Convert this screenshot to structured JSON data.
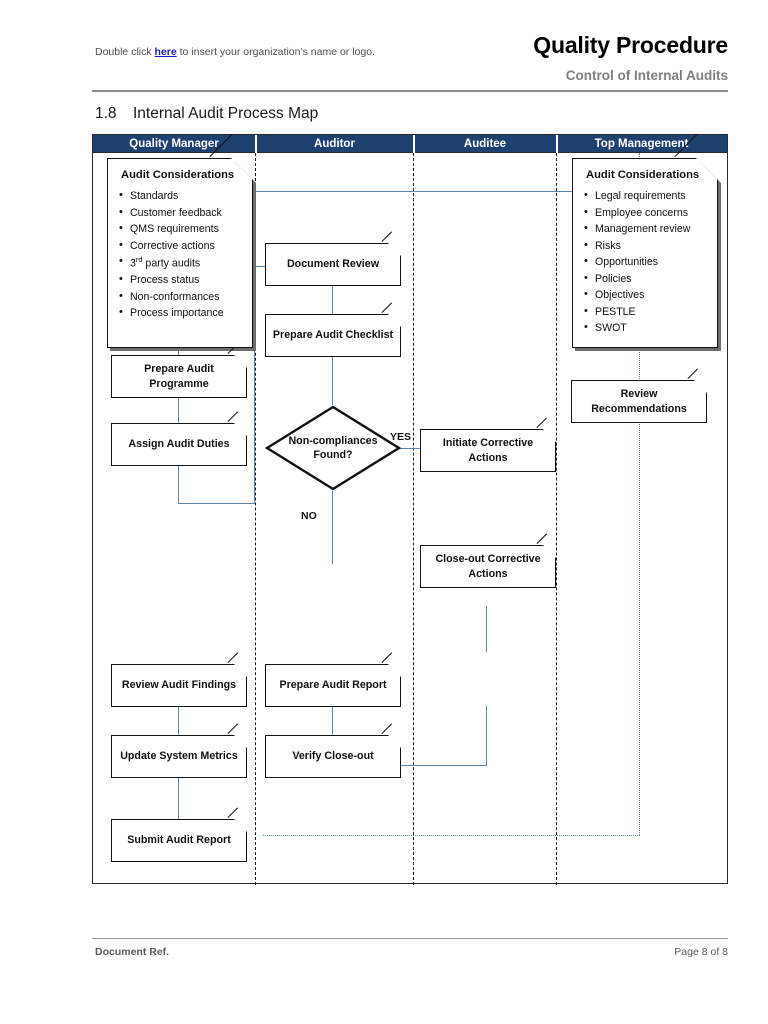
{
  "header": {
    "logo_hint_pre": "Double click ",
    "logo_hint_link": "here",
    "logo_hint_post": " to insert your organization’s name or logo.",
    "title": "Quality Procedure",
    "subtitle": "Control of Internal Audits"
  },
  "section": {
    "number": "1.8",
    "title": "Internal Audit Process Map"
  },
  "lanes": [
    {
      "label": "Quality Manager"
    },
    {
      "label": "Auditor"
    },
    {
      "label": "Auditee"
    },
    {
      "label": "Top Management"
    }
  ],
  "notes": {
    "left": {
      "title": "Audit Considerations",
      "items": [
        "Standards",
        "Customer feedback",
        "QMS requirements",
        "Corrective actions",
        "3rd party audits",
        "Process status",
        "Non-conformances",
        "Process importance"
      ]
    },
    "right": {
      "title": "Audit Considerations",
      "items": [
        "Legal requirements",
        "Employee concerns",
        "Management review",
        "Risks",
        "Opportunities",
        "Policies",
        "Objectives",
        "PESTLE",
        "SWOT"
      ]
    }
  },
  "shapes": {
    "prepare_audit_programme": "Prepare Audit Programme",
    "assign_audit_duties": "Assign Audit Duties",
    "document_review": "Document Review",
    "prepare_audit_checklist": "Prepare Audit Checklist",
    "decision": "Non-compliances Found?",
    "decision_line1": "Non-compliances",
    "decision_line2": "Found?",
    "initiate_corrective_actions": "Initiate Corrective Actions",
    "close_out_corrective_actions": "Close-out Corrective Actions",
    "review_audit_findings": "Review Audit Findings",
    "prepare_audit_report": "Prepare Audit Report",
    "update_system_metrics": "Update System Metrics",
    "verify_close_out": "Verify Close-out",
    "submit_audit_report": "Submit Audit Report",
    "review_recommendations": "Review Recommendations"
  },
  "flow_labels": {
    "yes": "YES",
    "no": "NO"
  },
  "footer": {
    "left": "Document Ref.",
    "right": "Page 8 of 8"
  },
  "colors": {
    "lane_header_bg": "#1f4170",
    "connector": "#5c83ad",
    "link": "#1a1ae0",
    "rule": "#8c8c8c"
  }
}
